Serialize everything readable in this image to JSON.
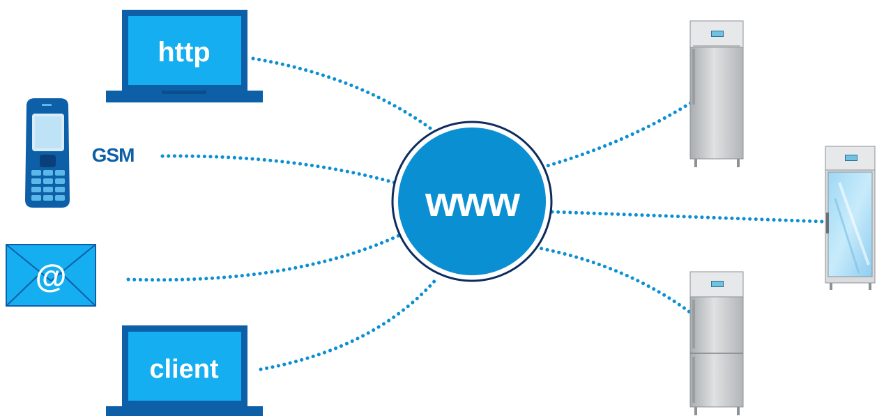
{
  "hub": {
    "label": "www"
  },
  "clients": {
    "http_laptop": {
      "label": "http"
    },
    "gsm_phone": {
      "label": "GSM"
    },
    "email": {
      "label": "@"
    },
    "client_laptop": {
      "label": "client"
    }
  },
  "devices": [
    {
      "type": "solid-door-cabinet"
    },
    {
      "type": "glass-door-cabinet"
    },
    {
      "type": "two-door-cabinet"
    }
  ],
  "colors": {
    "primary_blue": "#0a8fd3",
    "dark_blue": "#0b5fa8",
    "navy": "#0d2c5c",
    "light_blue": "#18b1f0",
    "cabinet_steel": "#c9ccce"
  }
}
